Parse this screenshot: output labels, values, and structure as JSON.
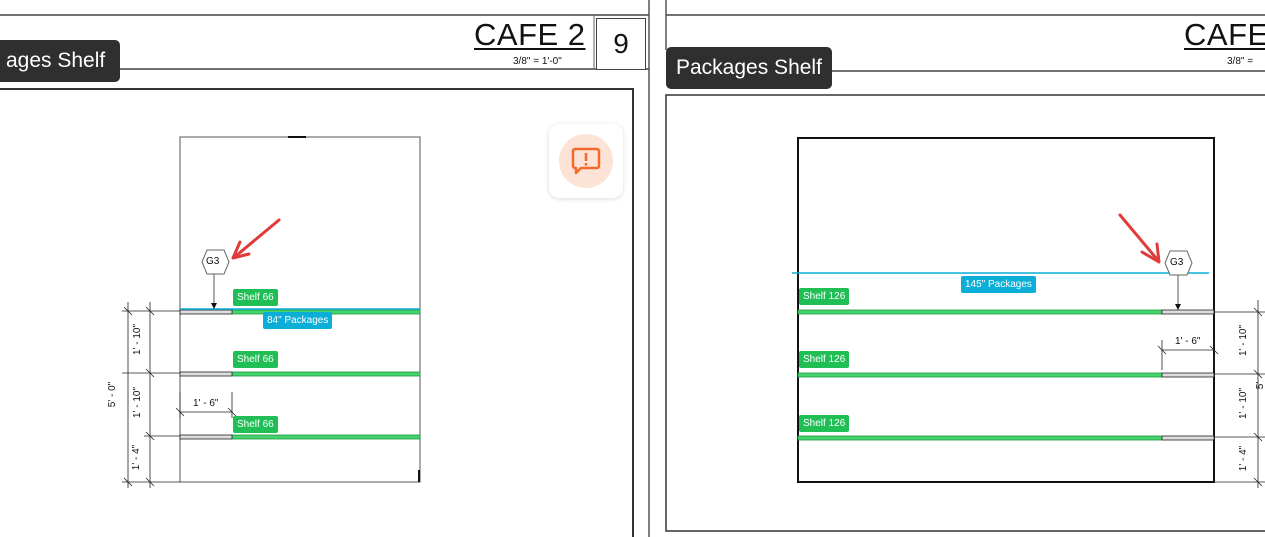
{
  "left_sheet": {
    "title": "CAFE 2",
    "scale": "3/8\" = 1'-0\"",
    "sheet_number": "9",
    "view_label": "ages Shelf",
    "marker": "G3",
    "shelf_tags": [
      "Shelf 66",
      "Shelf 66",
      "Shelf 66"
    ],
    "packages_tag": "84\" Packages",
    "dimensions": {
      "overall": "5' - 0\"",
      "segments": [
        "1' - 10\"",
        "1' - 10\"",
        "1' - 4\""
      ],
      "depth": "1' - 6\""
    }
  },
  "right_sheet": {
    "title": "CAFE",
    "scale": "3/8\" =",
    "view_label": "Packages Shelf",
    "marker": "G3",
    "shelf_tags": [
      "Shelf 126",
      "Shelf 126",
      "Shelf 126"
    ],
    "packages_tag": "145\" Packages",
    "dimensions": {
      "segments": [
        "1' - 10\"",
        "1' - 10\"",
        "1' - 4\""
      ],
      "partial": "5'",
      "depth": "1' - 6\""
    }
  },
  "feedback_button": {
    "icon": "feedback-alert-icon"
  },
  "colors": {
    "shelf_green": "#1fbf55",
    "packages_blue": "#0aaed6",
    "arrow_red": "#e03a3a",
    "label_dark": "#2f2f2f",
    "feedback_orange": "#f26a2e"
  }
}
